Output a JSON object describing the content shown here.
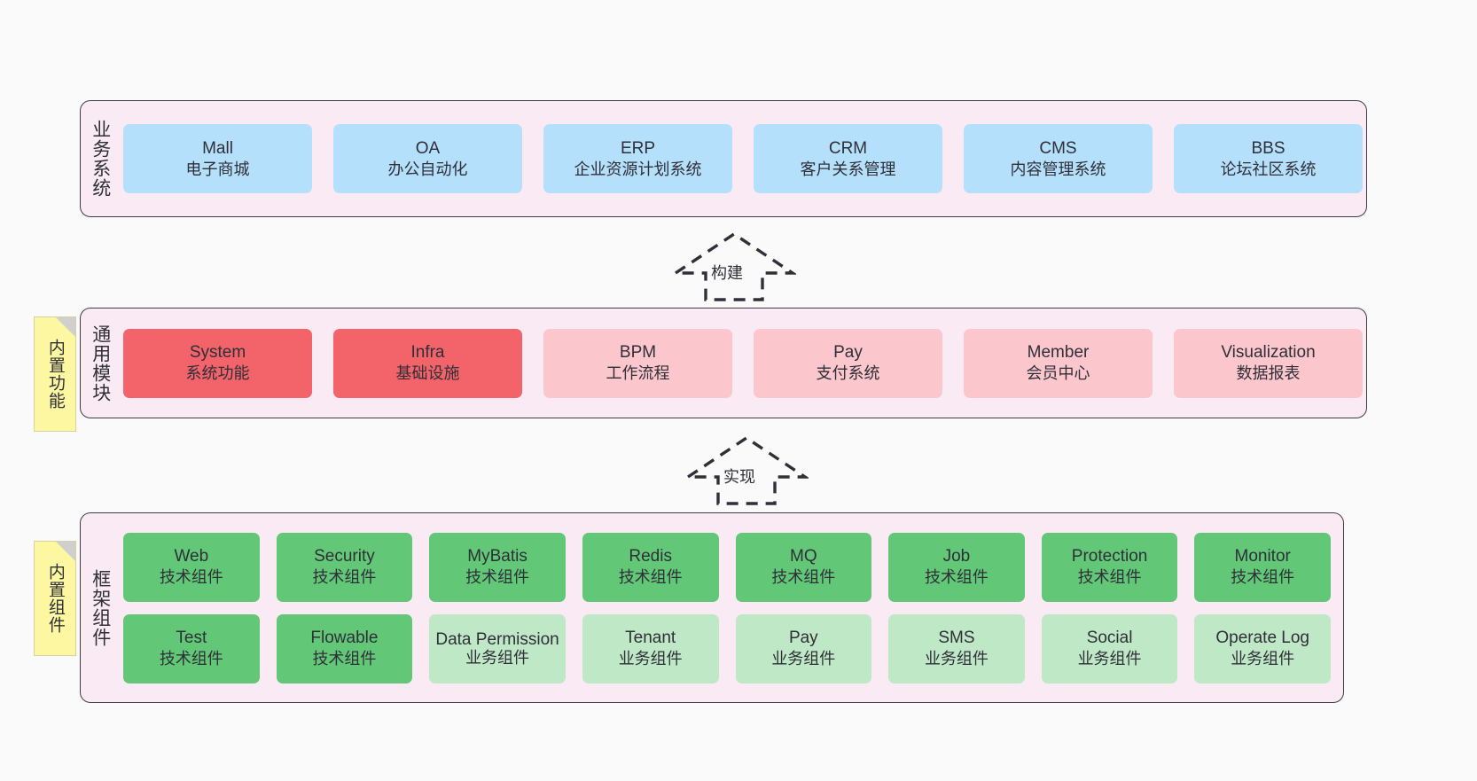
{
  "diagram": {
    "title": "yudao framework architecture",
    "colors": {
      "canvas": "#fafafa",
      "layer_bg": "#f9eaf4",
      "layer_border": "#3d3d46",
      "business": "#b5e0fb",
      "module_active": "#f2636a",
      "module_inactive": "#fbc6cc",
      "tech_component": "#62c878",
      "biz_component": "#bfe8c6",
      "sticky": "#fcf7a0"
    },
    "layers": [
      {
        "key": "business",
        "label": "业务系统",
        "rows": [
          [
            {
              "name": "Mall",
              "desc": "电子商城",
              "color": "c-blue"
            },
            {
              "name": "OA",
              "desc": "办公自动化",
              "color": "c-blue"
            },
            {
              "name": "ERP",
              "desc": "企业资源计划系统",
              "color": "c-blue"
            },
            {
              "name": "CRM",
              "desc": "客户关系管理",
              "color": "c-blue"
            },
            {
              "name": "CMS",
              "desc": "内容管理系统",
              "color": "c-blue"
            },
            {
              "name": "BBS",
              "desc": "论坛社区系统",
              "color": "c-blue"
            }
          ]
        ]
      },
      {
        "key": "modules",
        "label": "通用模块",
        "sticky": "内置功能",
        "rows": [
          [
            {
              "name": "System",
              "desc": "系统功能",
              "color": "c-red"
            },
            {
              "name": "Infra",
              "desc": "基础设施",
              "color": "c-red"
            },
            {
              "name": "BPM",
              "desc": "工作流程",
              "color": "c-pink"
            },
            {
              "name": "Pay",
              "desc": "支付系统",
              "color": "c-pink"
            },
            {
              "name": "Member",
              "desc": "会员中心",
              "color": "c-pink"
            },
            {
              "name": "Visualization",
              "desc": "数据报表",
              "color": "c-pink"
            }
          ]
        ]
      },
      {
        "key": "framework",
        "label": "框架组件",
        "sticky": "内置组件",
        "rows": [
          [
            {
              "name": "Web",
              "desc": "技术组件",
              "color": "c-green"
            },
            {
              "name": "Security",
              "desc": "技术组件",
              "color": "c-green"
            },
            {
              "name": "MyBatis",
              "desc": "技术组件",
              "color": "c-green"
            },
            {
              "name": "Redis",
              "desc": "技术组件",
              "color": "c-green"
            },
            {
              "name": "MQ",
              "desc": "技术组件",
              "color": "c-green"
            },
            {
              "name": "Job",
              "desc": "技术组件",
              "color": "c-green"
            },
            {
              "name": "Protection",
              "desc": "技术组件",
              "color": "c-green"
            },
            {
              "name": "Monitor",
              "desc": "技术组件",
              "color": "c-green"
            }
          ],
          [
            {
              "name": "Test",
              "desc": "技术组件",
              "color": "c-green"
            },
            {
              "name": "Flowable",
              "desc": "技术组件",
              "color": "c-green"
            },
            {
              "name": "Data Permission",
              "desc": "业务组件",
              "color": "c-lightgreen",
              "wrap": true
            },
            {
              "name": "Tenant",
              "desc": "业务组件",
              "color": "c-lightgreen"
            },
            {
              "name": "Pay",
              "desc": "业务组件",
              "color": "c-lightgreen"
            },
            {
              "name": "SMS",
              "desc": "业务组件",
              "color": "c-lightgreen"
            },
            {
              "name": "Social",
              "desc": "业务组件",
              "color": "c-lightgreen"
            },
            {
              "name": "Operate Log",
              "desc": "业务组件",
              "color": "c-lightgreen"
            }
          ]
        ]
      }
    ],
    "connectors": [
      {
        "key": "build",
        "label": "构建",
        "from": "modules",
        "to": "business"
      },
      {
        "key": "implement",
        "label": "实现",
        "from": "framework",
        "to": "modules"
      }
    ]
  }
}
